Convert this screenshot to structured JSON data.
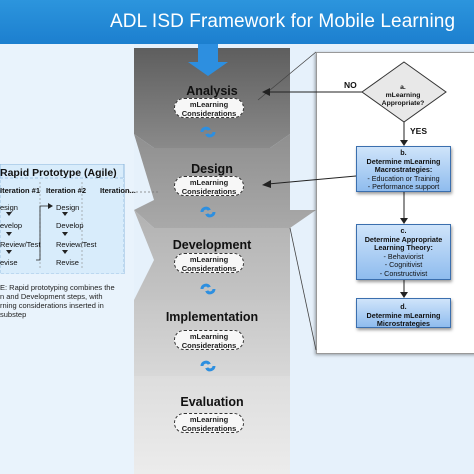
{
  "header": {
    "title": "ADL ISD Framework for Mobile Learning"
  },
  "stages": [
    {
      "label": "Analysis",
      "pill_line1": "mLearning",
      "pill_line2": "Considerations"
    },
    {
      "label": "Design",
      "pill_line1": "mLearning",
      "pill_line2": "Considerations"
    },
    {
      "label": "Development",
      "pill_line1": "mLearning",
      "pill_line2": "Considerations"
    },
    {
      "label": "Implementation",
      "pill_line1": "mLearning",
      "pill_line2": "Considerations"
    },
    {
      "label": "Evaluation",
      "pill_line1": "mLearning",
      "pill_line2": "Considerations"
    }
  ],
  "agile": {
    "title": "Rapid Prototype (Agile)",
    "iterations": [
      "Iteration #1",
      "Iteration #2",
      "Iteration..."
    ],
    "col1_steps": [
      "esign",
      "evelop",
      "Review/Test",
      "evise"
    ],
    "col2_steps": [
      "Design",
      "Develop",
      "Review/Test",
      "Revise"
    ],
    "note_lines": [
      "E: Rapid prototyping combines the",
      "n and Development steps, with",
      "rning considerations inserted in",
      "substep"
    ]
  },
  "flow": {
    "diamond_line1": "a.",
    "diamond_line2": "mLearning",
    "diamond_line3": "Appropriate?",
    "no_label": "NO",
    "yes_label": "YES",
    "box_b": {
      "title1": "b.",
      "title2": "Determine mLearning",
      "title3": "Macrostrategies:",
      "items": [
        "- Education or Training",
        "- Performance support"
      ]
    },
    "box_c": {
      "title1": "c.",
      "title2": "Determine Appropriate",
      "title3": "Learning Theory:",
      "items": [
        "- Behaviorist",
        "- Cognitivist",
        "- Constructivist"
      ]
    },
    "box_d": {
      "title1": "d.",
      "title2": "Determine mLearning",
      "title3": "Microstrategies"
    }
  },
  "colors": {
    "header": "#1c7fcf",
    "column_dark": "#6c6c6c",
    "column_light": "#cfcfcf",
    "arrow_blue": "#2d8fe0",
    "light_blue_bg": "#e6f1fb",
    "agile_bg": "#d8ecfb"
  }
}
